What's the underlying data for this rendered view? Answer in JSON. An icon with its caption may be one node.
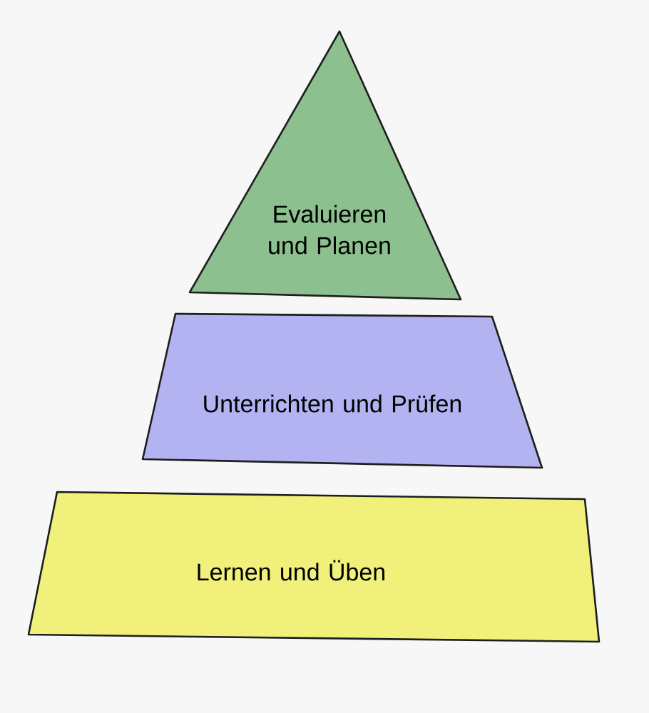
{
  "diagram": {
    "nodes": [
      {
        "text": [
          "Evaluieren und Planen"
        ]
      },
      {
        "text": [
          "Unterrichten und Prüfen"
        ]
      },
      {
        "text": [
          "Lernen und Üben"
        ]
      }
    ]
  }
}
